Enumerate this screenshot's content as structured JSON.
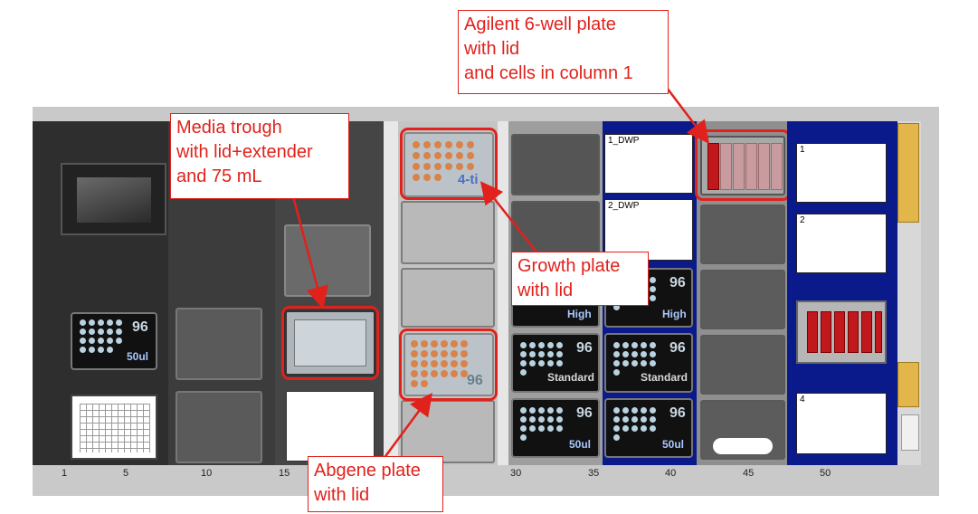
{
  "callouts": {
    "agilent": "Agilent 6-well plate\nwith lid\nand cells in column 1",
    "media": "Media trough\nwith lid+extender\nand 75 mL",
    "growth": "Growth plate\nwith lid",
    "abgene": "Abgene plate\nwith lid"
  },
  "plate_labels": {
    "growth_plate_text": "4-ti",
    "abgene_plate_text": "96",
    "dwp1": "1_DWP",
    "dwp2": "2_DWP",
    "blue1": "1",
    "blue2": "2",
    "blue4": "4"
  },
  "tip_boxes": {
    "left": {
      "num": "96",
      "label": "50ul"
    },
    "c30_high": {
      "label": "High"
    },
    "c40_high": {
      "num": "96",
      "label": "High"
    },
    "c30_std": {
      "num": "96",
      "label": "Standard"
    },
    "c40_std": {
      "num": "96",
      "label": "Standard"
    },
    "c30_50": {
      "num": "96",
      "label": "50ul"
    },
    "c40_50": {
      "num": "96",
      "label": "50ul"
    }
  },
  "positions": [
    "1",
    "5",
    "10",
    "15",
    "30",
    "35",
    "40",
    "45",
    "50"
  ],
  "colors": {
    "highlight": "#e1211b",
    "deck_blue": "#0a1a8a",
    "tip_blue": "#a9c8ff"
  }
}
